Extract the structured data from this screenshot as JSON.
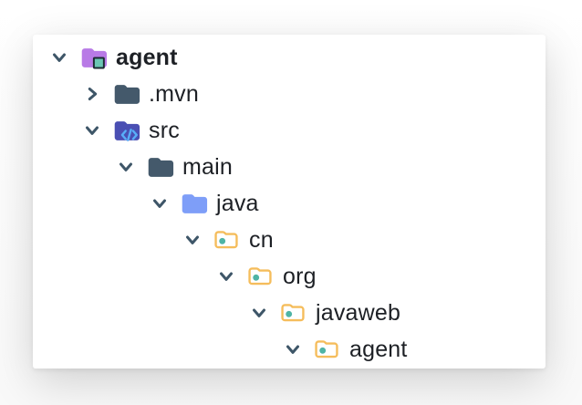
{
  "colors": {
    "page-bg": "#fafafa",
    "panel-bg": "#ffffff",
    "text": "#1d2025",
    "chevron": "#3e5668",
    "folder-dark": "#44596b",
    "folder-purple": "#b87ae6",
    "badge-teal": "#6cc6b4",
    "badge-border": "#1c2b33",
    "folder-indigo": "#4a4fb3",
    "code-glyph": "#58aef8",
    "folder-blue": "#7e9ef8",
    "package-stroke": "#f5bd5c",
    "package-dot": "#4fb4a5"
  },
  "tree": {
    "rows": [
      {
        "label": "agent",
        "level": 0,
        "state": "expanded",
        "icon": "project-root-folder",
        "bold": true
      },
      {
        "label": ".mvn",
        "level": 1,
        "state": "collapsed",
        "icon": "folder",
        "bold": false
      },
      {
        "label": "src",
        "level": 1,
        "state": "expanded",
        "icon": "sources-folder",
        "bold": false
      },
      {
        "label": "main",
        "level": 2,
        "state": "expanded",
        "icon": "folder",
        "bold": false
      },
      {
        "label": "java",
        "level": 3,
        "state": "expanded",
        "icon": "java-sources-folder",
        "bold": false
      },
      {
        "label": "cn",
        "level": 4,
        "state": "expanded",
        "icon": "package-folder",
        "bold": false
      },
      {
        "label": "org",
        "level": 5,
        "state": "expanded",
        "icon": "package-folder",
        "bold": false
      },
      {
        "label": "javaweb",
        "level": 6,
        "state": "expanded",
        "icon": "package-folder",
        "bold": false
      },
      {
        "label": "agent",
        "level": 7,
        "state": "expanded",
        "icon": "package-folder",
        "bold": false
      }
    ]
  }
}
